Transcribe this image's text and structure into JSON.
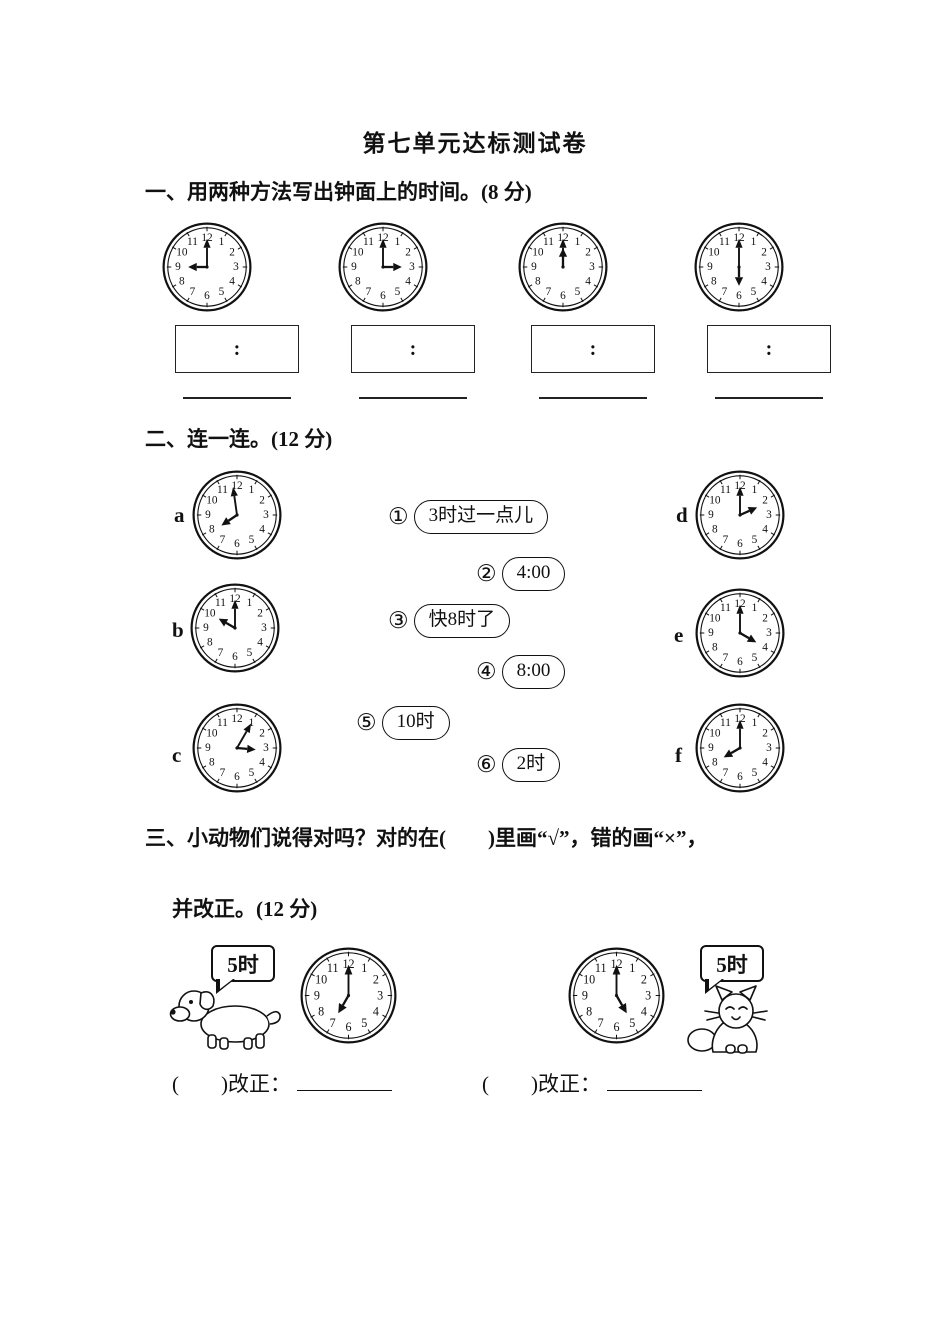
{
  "page": {
    "title": "第七单元达标测试卷"
  },
  "clock_dial": {
    "numbers": [
      "12",
      "1",
      "2",
      "3",
      "4",
      "5",
      "6",
      "7",
      "8",
      "9",
      "10",
      "11"
    ]
  },
  "section1": {
    "heading": "一、用两种方法写出钟面上的时间。(8 分)",
    "box_colon": ":",
    "clocks": [
      {
        "shows": "9:00",
        "hour_angle": 270,
        "minute_angle": 0
      },
      {
        "shows": "3:00",
        "hour_angle": 90,
        "minute_angle": 0
      },
      {
        "shows": "12:00",
        "hour_angle": 0,
        "minute_angle": 0
      },
      {
        "shows": "6:00",
        "hour_angle": 180,
        "minute_angle": 0
      }
    ]
  },
  "section2": {
    "heading": "二、连一连。(12 分)",
    "left_clocks": [
      {
        "letter": "a",
        "shows": "7:55 (快8时了)",
        "hour_angle": 236,
        "minute_angle": 352
      },
      {
        "letter": "b",
        "shows": "10:00",
        "hour_angle": 300,
        "minute_angle": 0
      },
      {
        "letter": "c",
        "shows": "3:05 (3时过一点儿)",
        "hour_angle": 95,
        "minute_angle": 30
      }
    ],
    "right_clocks": [
      {
        "letter": "d",
        "shows": "2:00",
        "hour_angle": 66,
        "minute_angle": 0
      },
      {
        "letter": "e",
        "shows": "4:00",
        "hour_angle": 120,
        "minute_angle": 0
      },
      {
        "letter": "f",
        "shows": "8:00",
        "hour_angle": 240,
        "minute_angle": 0
      }
    ],
    "options": [
      {
        "num": "①",
        "label": "3时过一点儿"
      },
      {
        "num": "②",
        "label": "4:00"
      },
      {
        "num": "③",
        "label": "快8时了"
      },
      {
        "num": "④",
        "label": "8:00"
      },
      {
        "num": "⑤",
        "label": "10时"
      },
      {
        "num": "⑥",
        "label": "2时"
      }
    ]
  },
  "section3": {
    "heading_line1": "三、小动物们说得对吗？对的在(　　)里画“√”，错的画“×”，",
    "heading_line2": "并改正。(12 分)",
    "items": [
      {
        "animal": "dog",
        "bubble": "5时",
        "clock_shows": "7:00",
        "hour_angle": 210,
        "minute_angle": 0
      },
      {
        "animal": "cat",
        "bubble": "5时",
        "clock_shows": "5:00",
        "hour_angle": 150,
        "minute_angle": 0
      }
    ],
    "answer_prefix": "(　　)改正："
  }
}
